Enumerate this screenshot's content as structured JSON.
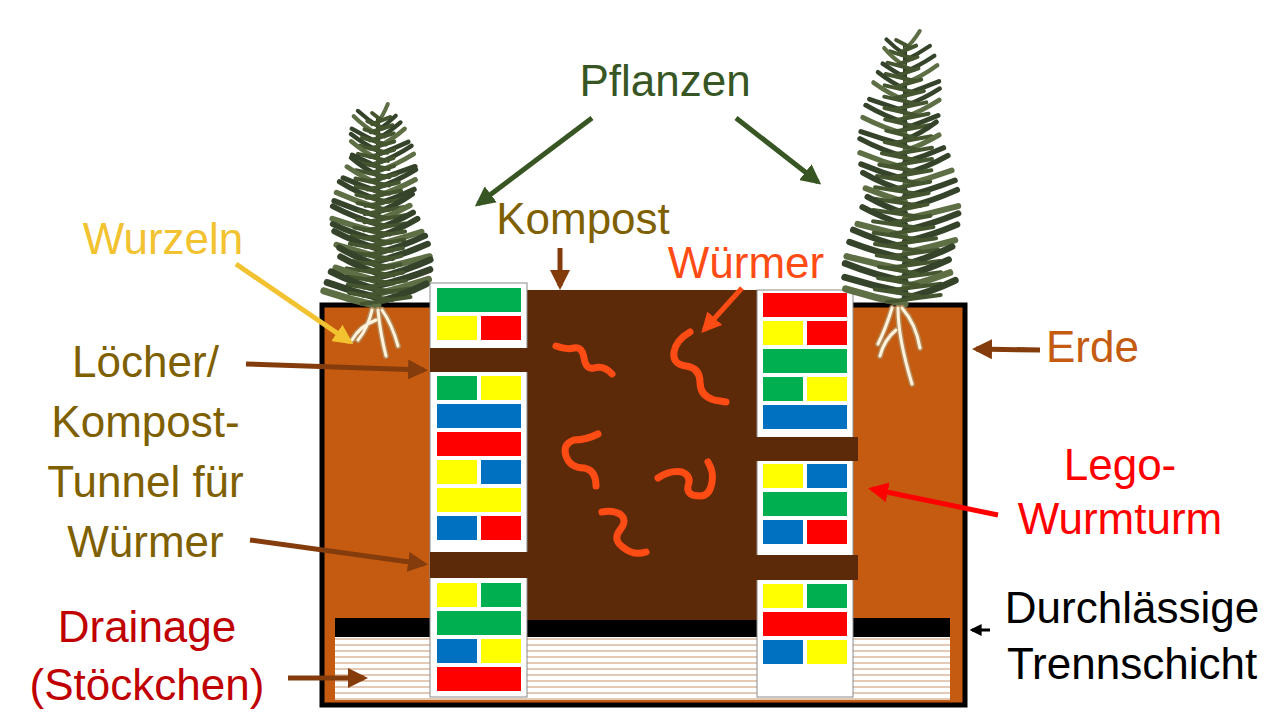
{
  "diagram": {
    "labels": [
      "Pflanzen",
      "Kompost",
      "Würmer",
      "Wurzeln",
      "Löcher/ Kompost- Tunnel für Würmer",
      "Erde",
      "Lego- Wurmturm",
      "Drainage (Stöckchen)",
      "Durchlässige Trennschicht"
    ]
  }
}
